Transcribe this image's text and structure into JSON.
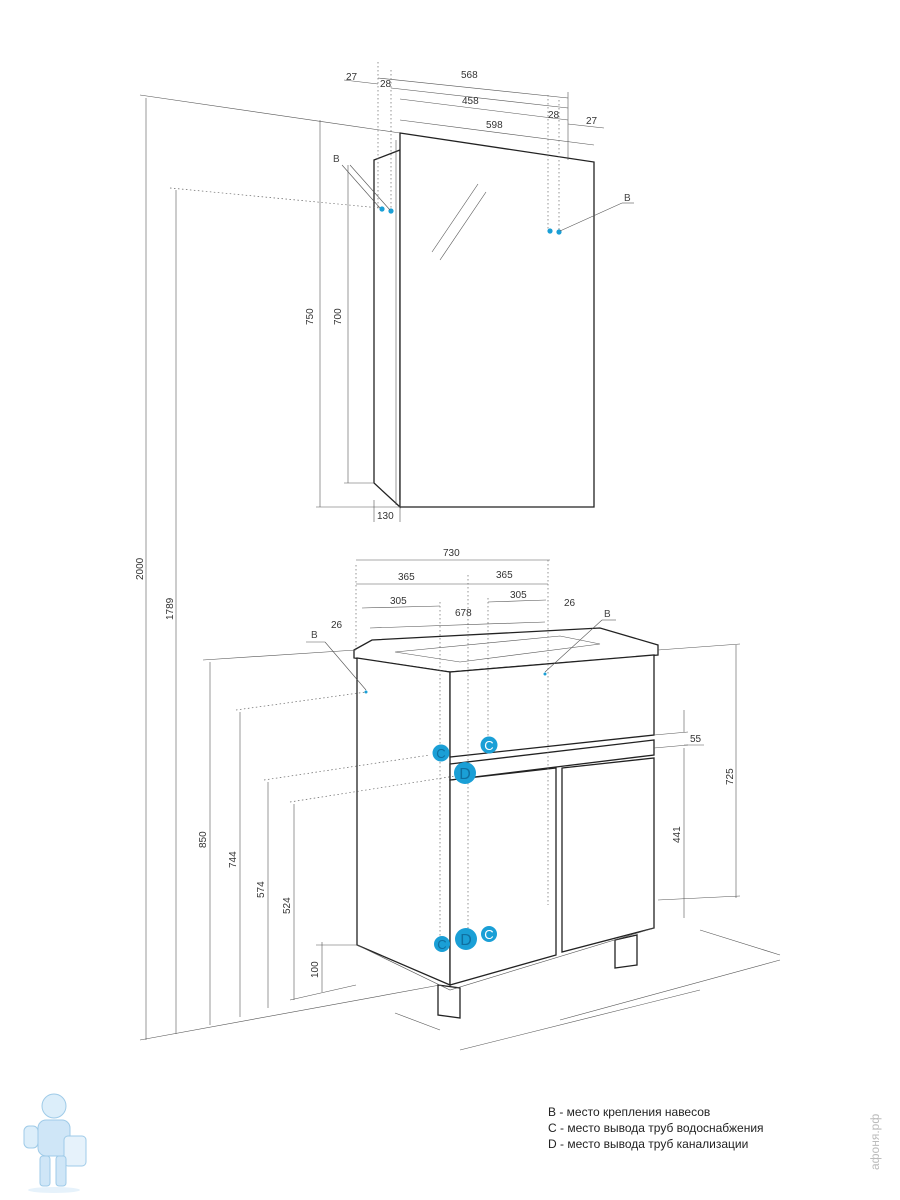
{
  "mirror": {
    "dims": {
      "w568": "568",
      "w458": "458",
      "w598": "598",
      "l27": "27",
      "l28": "28",
      "r28": "28",
      "r27": "27",
      "h750": "750",
      "h700": "700",
      "d130": "130"
    },
    "mark_left": "B",
    "mark_right": "B"
  },
  "cabinet": {
    "dims": {
      "w730": "730",
      "w365a": "365",
      "w365b": "365",
      "w305a": "305",
      "w305b": "305",
      "w678": "678",
      "l26": "26",
      "r26": "26",
      "h850": "850",
      "h744": "744",
      "h574": "574",
      "h524": "524",
      "h100": "100",
      "h725": "725",
      "h441": "441",
      "h55": "55"
    },
    "mark_left": "B",
    "mark_right": "B",
    "markers": {
      "c1": "C",
      "c2": "C",
      "d1": "D",
      "c3": "C",
      "d2": "D",
      "c4": "C"
    }
  },
  "overall": {
    "h2000": "2000",
    "h1789": "1789"
  },
  "legend": {
    "b": "B - место крепления навесов",
    "c": "C - место вывода труб водоснабжения",
    "d": "D - место вывода труб канализации"
  },
  "side_mark": "афоня.рф",
  "colors": {
    "marker": "#1a9fd6",
    "marker_dark": "#0f6fa0",
    "line": "#222222"
  }
}
